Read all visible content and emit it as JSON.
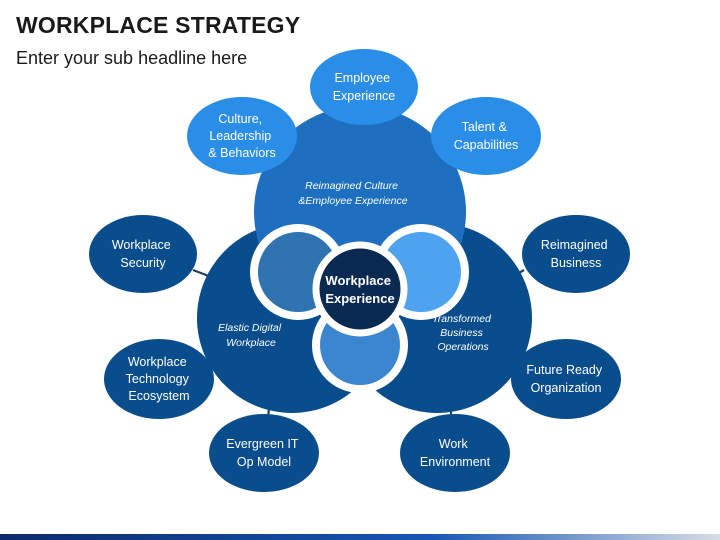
{
  "title": "WORKPLACE STRATEGY",
  "subtitle": "Enter your sub headline here",
  "center": [
    "Workplace",
    "Experience"
  ],
  "circles": {
    "top": [
      "Reimagined Culture",
      "&Employee Experience"
    ],
    "left": [
      "Elastic Digital",
      "Workplace"
    ],
    "right": [
      "Transformed",
      "Business",
      "Operations"
    ]
  },
  "nodes": {
    "employee_experience": [
      "Employee",
      "Experience"
    ],
    "culture_leadership": [
      "Culture,",
      "Leadership",
      "& Behaviors"
    ],
    "talent_capabilities": [
      "Talent &",
      "Capabilities"
    ],
    "workplace_security": [
      "Workplace",
      "Security"
    ],
    "reimagined_business": [
      "Reimagined",
      "Business"
    ],
    "workplace_technology": [
      "Workplace",
      "Technology",
      "Ecosystem"
    ],
    "future_ready": [
      "Future Ready",
      "Organization"
    ],
    "evergreen_it": [
      "Evergreen IT",
      "Op Model"
    ],
    "work_environment": [
      "Work",
      "Environment"
    ]
  },
  "colors": {
    "light_blue": "#2a8de8",
    "dark_blue": "#0a4d8c",
    "top_circle": "#1e6fc0",
    "center": "#0b2a52",
    "connector": "#1f3f66"
  }
}
